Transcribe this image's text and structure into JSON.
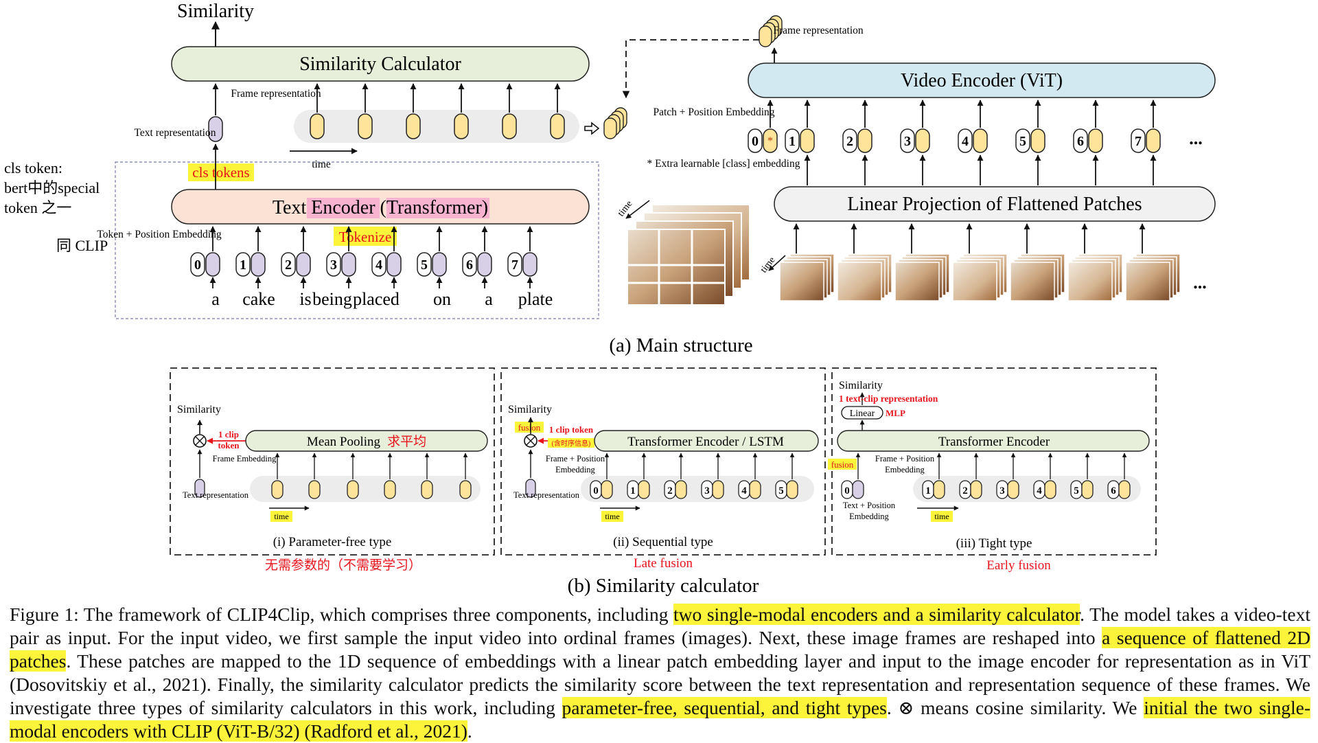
{
  "main": {
    "similarity_top": "Similarity",
    "similarity_calculator": "Similarity Calculator",
    "frame_representation": "Frame representation",
    "text_representation": "Text representation",
    "time": "time",
    "text_encoder": "Text Encoder (Transformer)",
    "token_position_embedding": "Token + Position Embedding",
    "tokens": [
      "0",
      "1",
      "2",
      "3",
      "4",
      "5",
      "6",
      "7"
    ],
    "words": [
      "a",
      "cake",
      "is",
      "being",
      "placed",
      "on",
      "a",
      "plate"
    ],
    "video_encoder": "Video Encoder (ViT)",
    "patch_position_embedding": "Patch + Position Embedding",
    "patch_indices": [
      "0",
      "1",
      "2",
      "3",
      "4",
      "5",
      "6",
      "7"
    ],
    "star": "*",
    "extra_learnable": "* Extra learnable [class] embedding",
    "linear_projection": "Linear Projection of Flattened Patches",
    "ellipsis": "...",
    "caption_a": "(a) Main structure"
  },
  "annotations": {
    "cls_note_line1": "cls token:",
    "cls_note_line2": "bert中的special",
    "cls_note_line3": "token 之一",
    "same_as_clip": "同 CLIP",
    "cls_tokens": "cls tokens",
    "tokenize": "Tokenize"
  },
  "panel_i": {
    "similarity": "Similarity",
    "clip_token": "1 clip token",
    "mean_pooling": "Mean Pooling",
    "mean_note": "求平均",
    "frame_embedding": "Frame Embedding",
    "text_representation": "Text representation",
    "time": "time",
    "caption": "(i) Parameter-free type",
    "note": "无需参数的（不需要学习）"
  },
  "panel_ii": {
    "similarity": "Similarity",
    "fusion": "fusion",
    "clip_token": "1 clip token",
    "clip_note": "(含时序信息)",
    "encoder": "Transformer Encoder / LSTM",
    "frame_position_embedding": "Frame + Position Embedding",
    "text_representation": "Text representation",
    "indices": [
      "0",
      "1",
      "2",
      "3",
      "4",
      "5"
    ],
    "time": "time",
    "caption": "(ii) Sequential type",
    "note": "Late fusion"
  },
  "panel_iii": {
    "similarity": "Similarity",
    "text_clip": "1 text-clip representation",
    "linear": "Linear",
    "mlp": "MLP",
    "encoder": "Transformer Encoder",
    "fusion": "fusion",
    "frame_position_embedding": "Frame + Position Embedding",
    "text_position_embedding": "Text + Position Embedding",
    "indices": [
      "0",
      "1",
      "2",
      "3",
      "4",
      "5",
      "6"
    ],
    "time": "time",
    "caption": "(iii) Tight type",
    "note": "Early fusion"
  },
  "caption_b": "(b) Similarity calculator",
  "figure_caption": {
    "p1": "Figure 1: The framework of CLIP4Clip, which comprises three components, including ",
    "h1": "two single-modal encoders and a similarity calculator",
    "p2": ". The model takes a video-text pair as input. For the input video, we first sample the input video into ordinal frames (images). Next, these image frames are reshaped into ",
    "h2": "a sequence of flattened 2D patches",
    "p3": ". These patches are mapped to the 1D sequence of embeddings with a linear patch embedding layer and input to the image encoder for representation as in ViT (Dosovitskiy et al., 2021). Finally, the similarity calculator predicts the similarity score between the text representation and representation sequence of these frames. We investigate three types of similarity calculators in this work, including ",
    "h3": "parameter-free, sequential, and tight types",
    "p4": ". ⊗ means cosine similarity. We ",
    "h4": "initial the two single-modal encoders with CLIP (ViT-B/32) (Radford et al., 2021)",
    "p5": "."
  },
  "colors": {
    "similarity_green": "#e7eed9",
    "encoder_peach": "#fbe2d5",
    "video_blue": "#d2e9f1",
    "frame_yellow": "#fde49a",
    "token_purple": "#d8d0e6",
    "highlight_yellow": "#fbf43a",
    "annotation_red": "#e8141c",
    "pink_highlight": "#f7a3cf"
  }
}
